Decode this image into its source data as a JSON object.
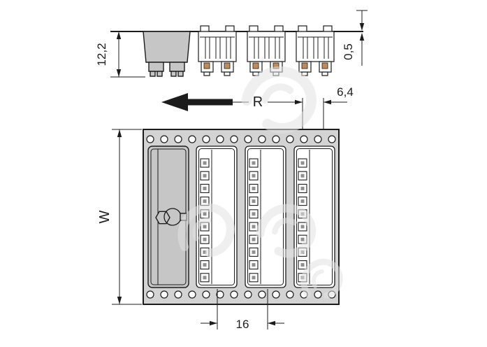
{
  "page": {
    "type": "technical-drawing",
    "background": "#ffffff"
  },
  "drawing": {
    "labels": {
      "height_side": "12,2",
      "strip_thickness": "0,5",
      "unreeling_direction": "R",
      "edge_distance": "6,4",
      "tape_width": "W",
      "pocket_pitch": "16"
    },
    "tape": {
      "sprocket_holes_per_row": 14,
      "hole_rows": 2,
      "pocket_count": 4,
      "pins_per_pocket": 10
    },
    "colors": {
      "line": "#1c1c1c",
      "tape_fill": "#d3d3d3",
      "connector_fill": "#c6c6c6",
      "pin_accent": "#c28a57",
      "watermark": "#e2e2e2",
      "background": "#ffffff"
    }
  }
}
